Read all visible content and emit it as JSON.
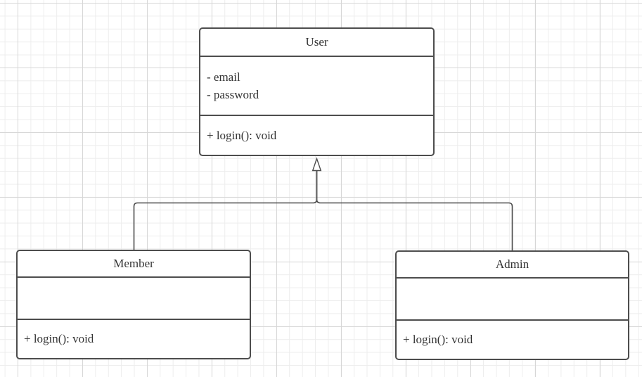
{
  "canvas": {
    "background": "#ffffff",
    "grid_minor_color": "#ededed",
    "grid_major_color": "#d7d7d7"
  },
  "colors": {
    "stroke": "#4d4d4d",
    "fill": "#ffffff",
    "text": "#333333"
  },
  "diagram": {
    "type": "uml-class-diagram",
    "classes": [
      {
        "name": "User",
        "attributes": [
          "- email",
          "- password"
        ],
        "methods": [
          "+ login(): void"
        ]
      },
      {
        "name": "Member",
        "attributes": [],
        "methods": [
          "+ login(): void"
        ]
      },
      {
        "name": "Admin",
        "attributes": [],
        "methods": [
          "+ login(): void"
        ]
      }
    ],
    "relationships": [
      {
        "from": "Member",
        "to": "User",
        "type": "inheritance"
      },
      {
        "from": "Admin",
        "to": "User",
        "type": "inheritance"
      }
    ]
  }
}
